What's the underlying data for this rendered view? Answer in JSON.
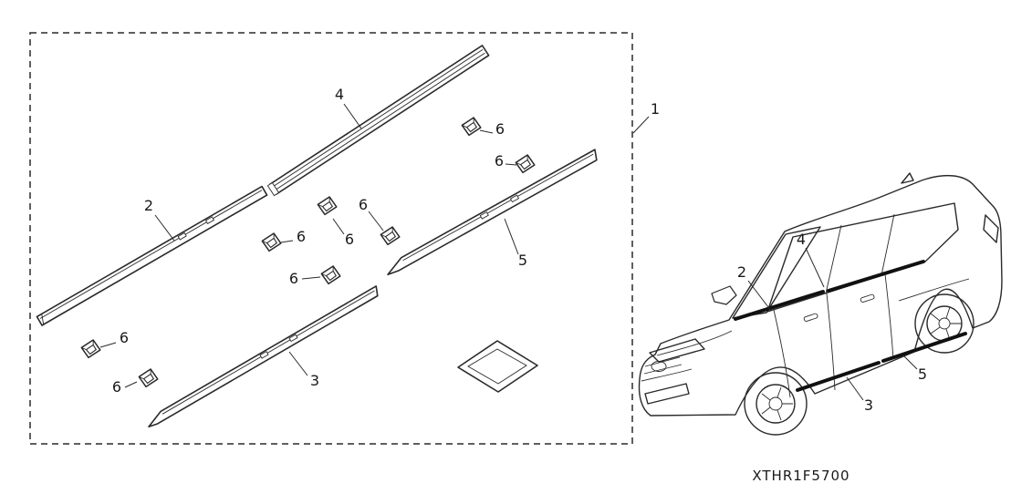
{
  "part_code": "XTHR1F5700",
  "callouts": {
    "c1": "1",
    "c2": "2",
    "c3": "3",
    "c4": "4",
    "c5": "5",
    "c6": "6"
  },
  "colors": {
    "line": "#2a2a2a",
    "background": "#ffffff",
    "molding_highlight": "#111111"
  }
}
